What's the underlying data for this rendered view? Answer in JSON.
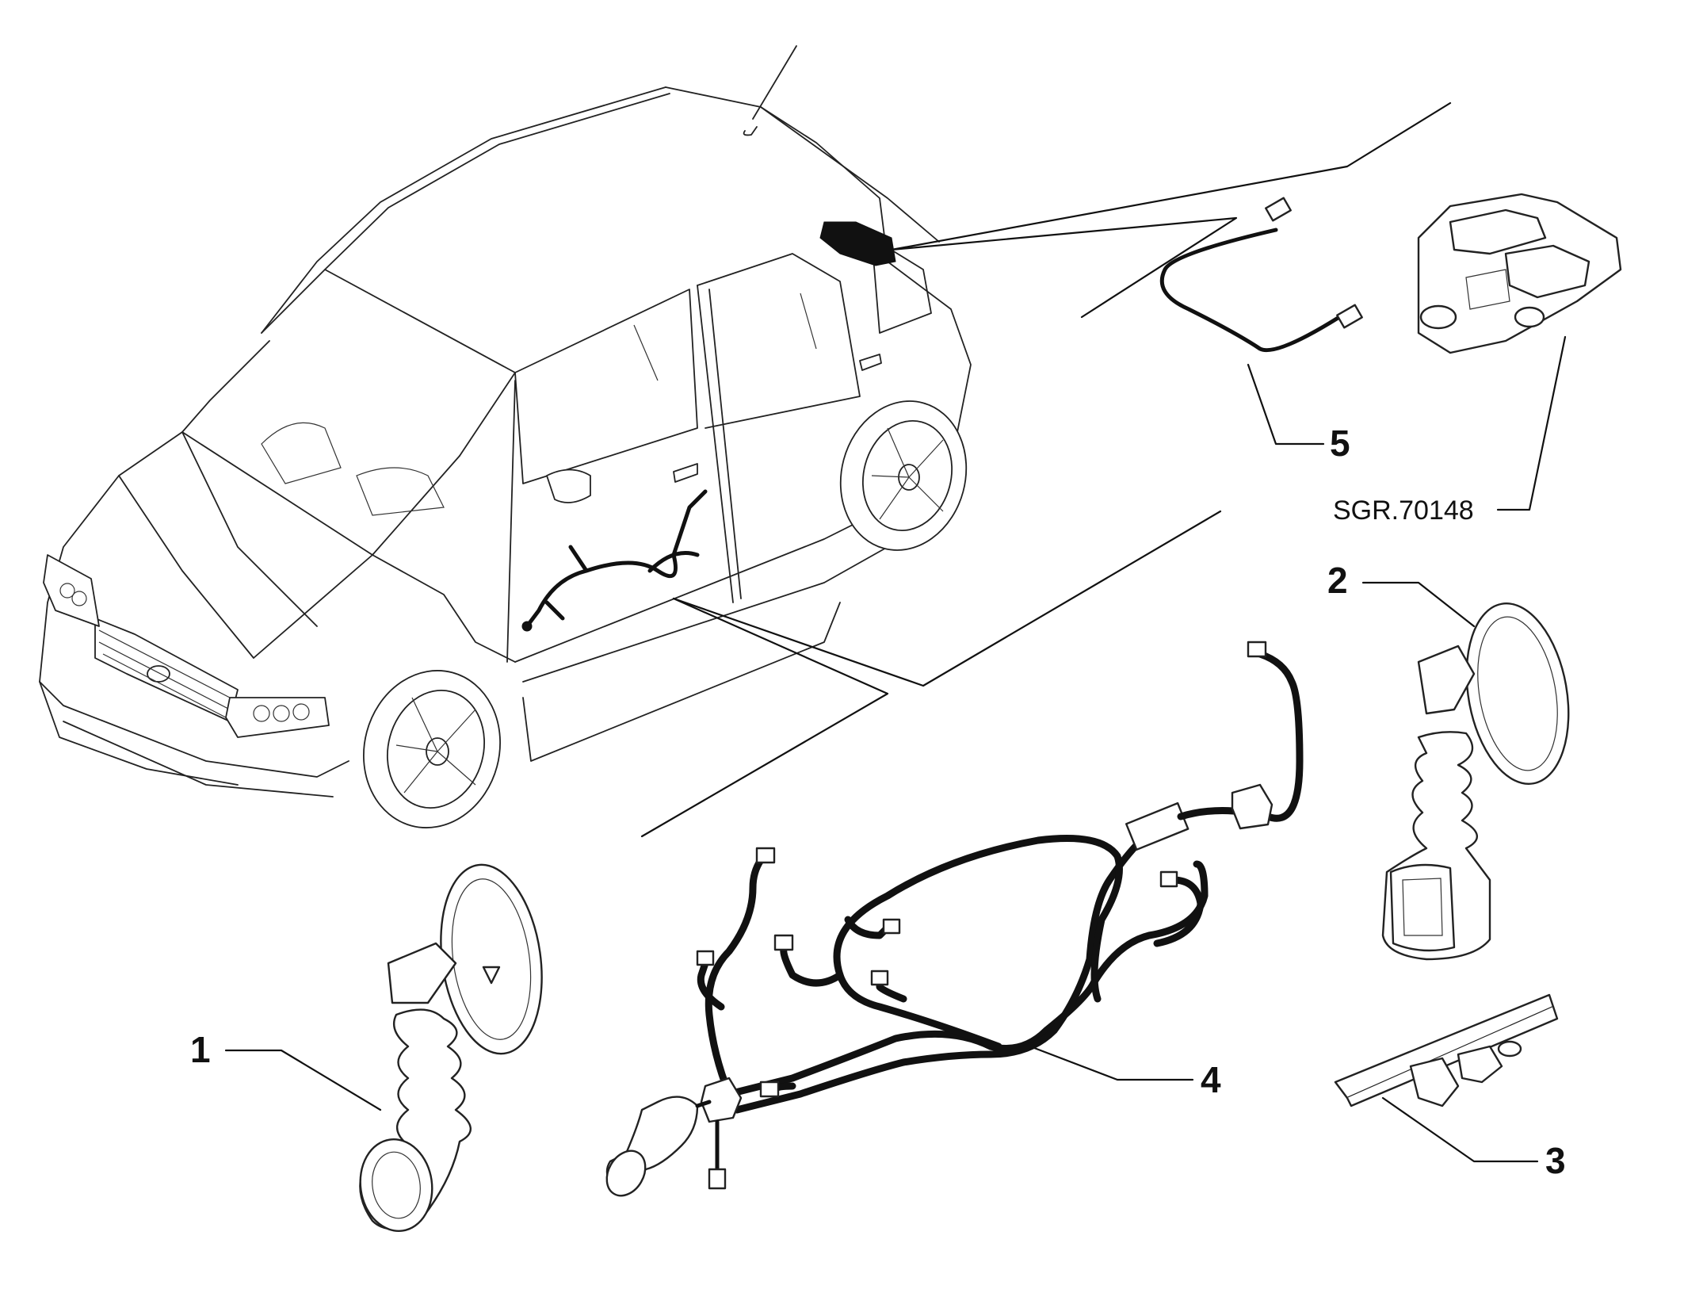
{
  "diagram": {
    "reference_code": "SGR.70148",
    "callouts": [
      {
        "id": "1",
        "label": "1"
      },
      {
        "id": "2",
        "label": "2"
      },
      {
        "id": "3",
        "label": "3"
      },
      {
        "id": "4",
        "label": "4"
      },
      {
        "id": "5",
        "label": "5"
      }
    ],
    "icons": [
      "car-illustration",
      "door-grommet-icon",
      "cable-clip-icon",
      "door-wiring-harness-icon",
      "mirror-cable-icon",
      "mirror-actuator-icon",
      "warning-triangle-icon"
    ]
  }
}
